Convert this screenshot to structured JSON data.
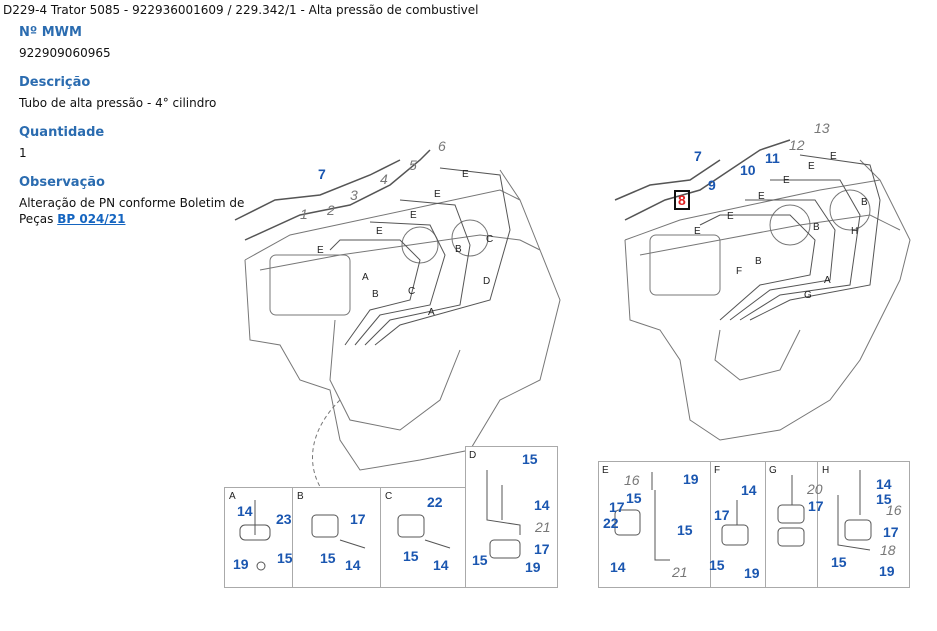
{
  "title": "D229-4 Trator 5085 - 922936001609  /  229.342/1 - Alta pressão de combustivel",
  "fields": {
    "mwm": {
      "label": "Nº MWM",
      "value": "922909060965"
    },
    "descricao": {
      "label": "Descrição",
      "value": "Tubo de alta pressão - 4° cilindro"
    },
    "quantidade": {
      "label": "Quantidade",
      "value": "1"
    },
    "observacao": {
      "label": "Observação",
      "value": "Alteração de PN conforme Boletim de Peças",
      "link": "BP 024/21"
    }
  },
  "diagram": {
    "left_engine": {
      "numbers": [
        "7",
        "6",
        "5",
        "4",
        "3",
        "2",
        "1"
      ],
      "letters": [
        "E",
        "E",
        "E",
        "E",
        "E",
        "B",
        "B",
        "C",
        "C",
        "A",
        "A",
        "D"
      ]
    },
    "right_engine": {
      "numbers": [
        "7",
        "9",
        "10",
        "11",
        "12",
        "13"
      ],
      "selected": "8",
      "letters": [
        "E",
        "E",
        "E",
        "E",
        "E",
        "E",
        "B",
        "B",
        "B",
        "H",
        "A",
        "G",
        "F"
      ]
    },
    "insets": {
      "A": {
        "title": "A",
        "labels": [
          "14",
          "23",
          "15",
          "19"
        ]
      },
      "B": {
        "title": "B",
        "labels": [
          "17",
          "15",
          "14"
        ]
      },
      "C": {
        "title": "C",
        "labels": [
          "22",
          "15",
          "14"
        ]
      },
      "D": {
        "title": "D",
        "labels": [
          "15",
          "14",
          "21",
          "17",
          "15",
          "19"
        ]
      },
      "E": {
        "title": "E",
        "labels": [
          "16",
          "19",
          "15",
          "17",
          "22",
          "15",
          "14",
          "21"
        ]
      },
      "F": {
        "title": "F",
        "labels": [
          "14",
          "17",
          "15",
          "19"
        ]
      },
      "G": {
        "title": "G",
        "labels": [
          "20",
          "17"
        ]
      },
      "H": {
        "title": "H",
        "labels": [
          "14",
          "15",
          "16",
          "17",
          "18",
          "15",
          "19"
        ]
      }
    }
  }
}
